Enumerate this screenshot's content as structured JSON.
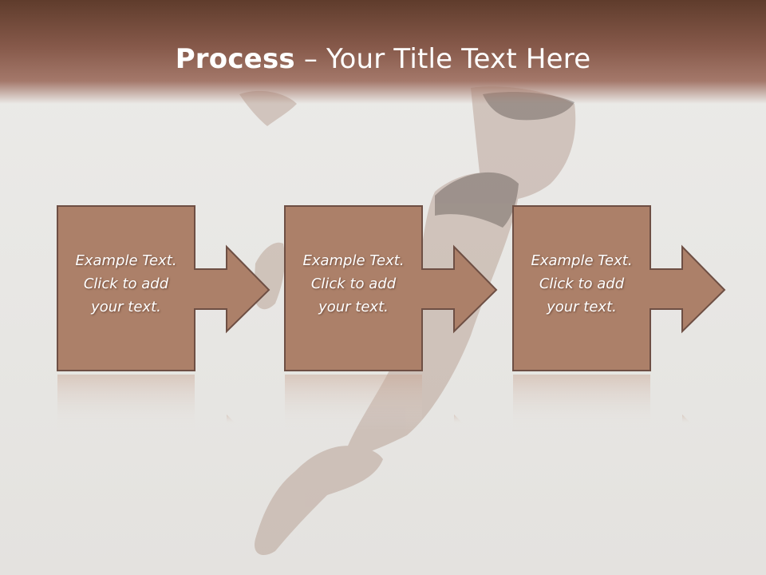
{
  "slide": {
    "title_bold": "Process",
    "title_rest": " – Your Title Text Here",
    "colors": {
      "box_fill": "#ac8069",
      "box_stroke": "#6e4f44",
      "title_band": "#6d4636",
      "background": "#e9e8e6"
    }
  },
  "steps": [
    {
      "text": "Example Text.\nClick  to add\nyour text."
    },
    {
      "text": "Example Text.\nClick  to add\nyour text."
    },
    {
      "text": "Example Text.\nClick  to add\nyour text."
    }
  ]
}
